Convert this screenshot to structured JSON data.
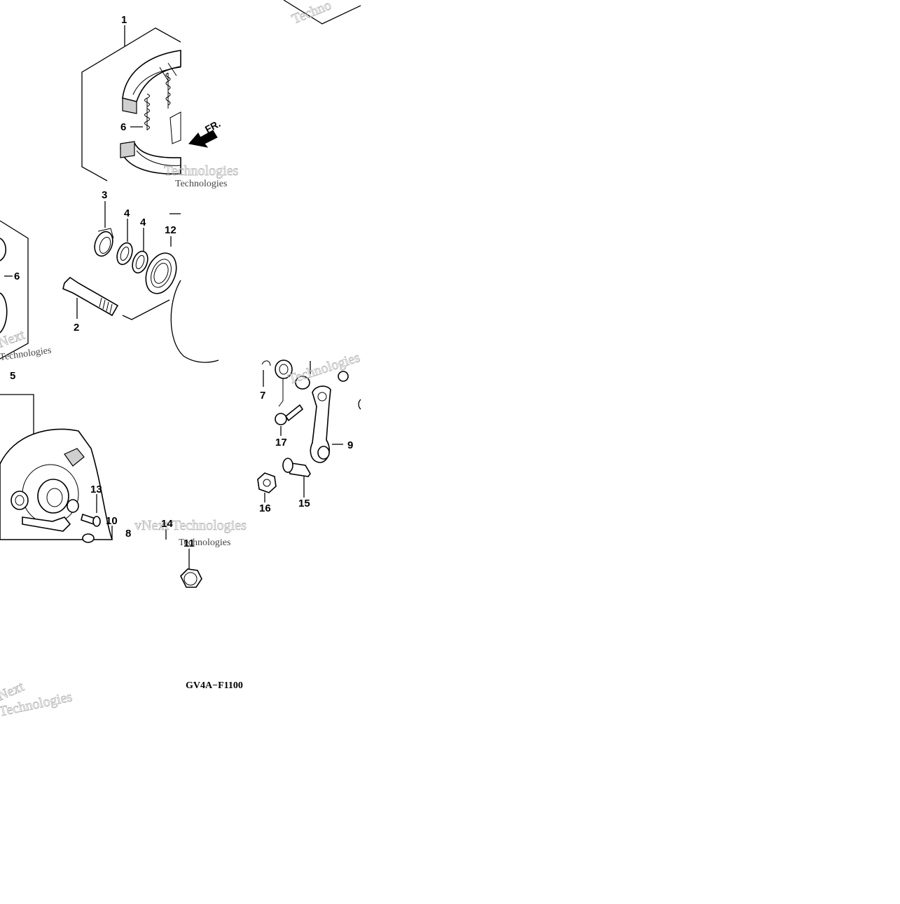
{
  "diagram": {
    "callouts": [
      {
        "id": "c1",
        "label": "1"
      },
      {
        "id": "c6a",
        "label": "6"
      },
      {
        "id": "c3",
        "label": "3"
      },
      {
        "id": "c4a",
        "label": "4"
      },
      {
        "id": "c4b",
        "label": "4"
      },
      {
        "id": "c12",
        "label": "12"
      },
      {
        "id": "c6b",
        "label": "6"
      },
      {
        "id": "c2",
        "label": "2"
      },
      {
        "id": "c5",
        "label": "5"
      },
      {
        "id": "c7",
        "label": "7"
      },
      {
        "id": "c17",
        "label": "17"
      },
      {
        "id": "c9",
        "label": "9"
      },
      {
        "id": "c16",
        "label": "16"
      },
      {
        "id": "c15",
        "label": "15"
      },
      {
        "id": "c13",
        "label": "13"
      },
      {
        "id": "c10",
        "label": "10"
      },
      {
        "id": "c8",
        "label": "8"
      },
      {
        "id": "c14",
        "label": "14"
      },
      {
        "id": "c11",
        "label": "11"
      }
    ],
    "direction_label": "FR.",
    "diagram_code": "GV4A−F1100",
    "watermarks": [
      {
        "id": "w1",
        "text": "Techno"
      },
      {
        "id": "w2",
        "text": "Technologies"
      },
      {
        "id": "w3",
        "text": "Technologies"
      },
      {
        "id": "w4",
        "text": "vNext Technologies"
      },
      {
        "id": "w5",
        "text": "Technologies"
      },
      {
        "id": "w6",
        "text": "Next"
      },
      {
        "id": "w7",
        "text": "Technologies"
      },
      {
        "id": "w8",
        "text": "Next"
      },
      {
        "id": "w9",
        "text": "Technologies"
      }
    ]
  }
}
